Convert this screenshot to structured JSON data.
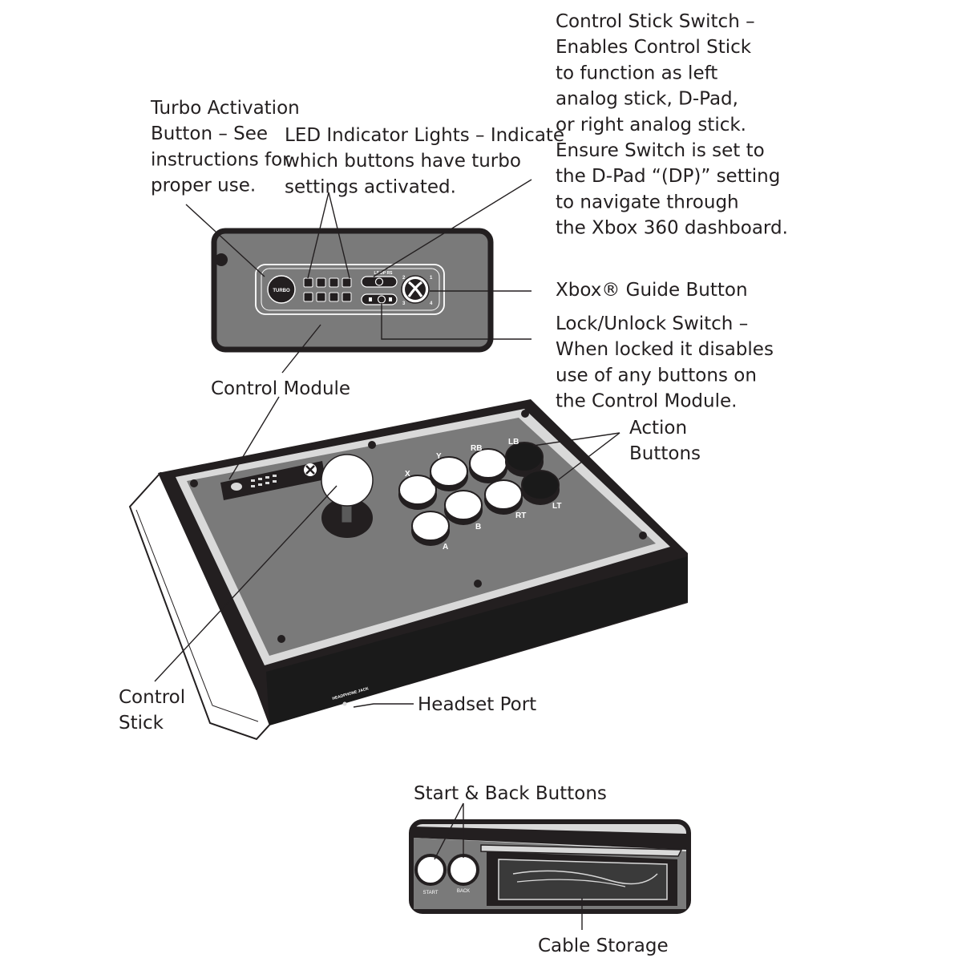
{
  "callouts": {
    "turbo_button": [
      "Turbo Activation",
      "Button – See",
      "instructions for",
      "proper use."
    ],
    "led_lights": [
      "LED Indicator Lights – Indicate",
      "which buttons have turbo",
      "settings activated."
    ],
    "control_stick_switch": [
      "Control Stick Switch –",
      "Enables Control Stick",
      "to function as left",
      "analog stick, D-Pad,",
      "or right analog stick.",
      "Ensure Switch is set to",
      "the D-Pad “(DP)” setting",
      "to navigate through",
      "the Xbox 360 dashboard."
    ],
    "guide_button": [
      "Xbox® Guide Button"
    ],
    "lock_switch": [
      "Lock/Unlock Switch –",
      "When locked it disables",
      "use of any buttons on",
      "the Control Module."
    ],
    "control_module": [
      "Control Module"
    ],
    "action_buttons": [
      "Action",
      "Buttons"
    ],
    "control_stick": [
      "Control",
      "Stick"
    ],
    "headset_port": [
      "Headset Port"
    ],
    "start_back": [
      "Start & Back Buttons"
    ],
    "cable_storage": [
      "Cable Storage"
    ]
  },
  "module_labels": {
    "turbo": "TURBO",
    "stick_modes": "LS DP RS",
    "player_1": "1",
    "player_2": "2",
    "player_3": "3",
    "player_4": "4"
  },
  "face_buttons": [
    {
      "label": "X"
    },
    {
      "label": "Y"
    },
    {
      "label": "RB"
    },
    {
      "label": "LB"
    },
    {
      "label": "A"
    },
    {
      "label": "B"
    },
    {
      "label": "RT"
    },
    {
      "label": "LT"
    }
  ],
  "port_label": "HEADPHONE JACK",
  "rear_buttons": {
    "start": "START",
    "back": "BACK"
  },
  "colors": {
    "ink": "#231f20",
    "panel_gray": "#7a7a7a",
    "rim_light": "#d9d9d9",
    "button_white": "#ffffff",
    "button_black": "#1a1a1a"
  }
}
